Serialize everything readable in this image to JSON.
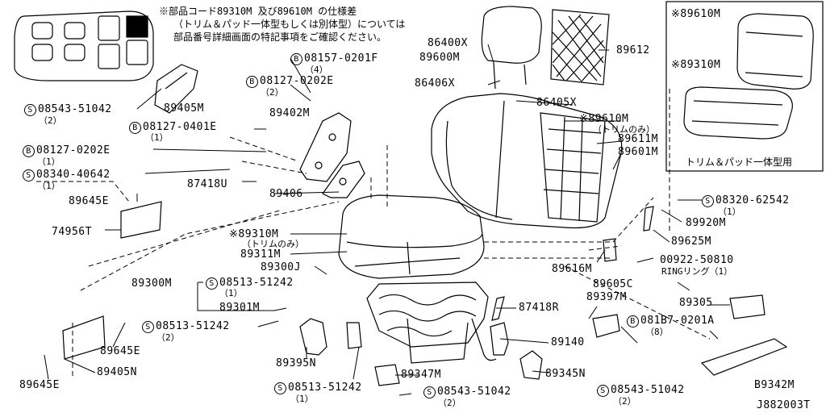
{
  "note": {
    "line1": "※部品コード89310M 及び89610M の仕様差",
    "line2": "（トリム＆パッド一体型もしくは別体型）については",
    "line3": "部品番号詳細画面の特記事項をご確認ください。"
  },
  "inset": {
    "label_top": "※89610M",
    "label_bottom": "※89310M",
    "caption": "トリム＆パッド一体型用"
  },
  "parts": {
    "p86400x": "86400X",
    "p89600m": "89600M",
    "p89612": "89612",
    "p86406x": "86406X",
    "p86405x": "86405X",
    "p89610m": "※89610M",
    "p89610m_sub": "（トリムのみ）",
    "p89611m": "89611M",
    "p89601m": "89601M",
    "p08157": "08157-0201F",
    "p08157_q": "（4）",
    "p08127a": "08127-0202E",
    "p08127a_q": "（2）",
    "p89405m": "89405M",
    "p08543a": "08543-51042",
    "p08543a_q": "（2）",
    "p08127b": "08127-0401E",
    "p08127b_q": "（1）",
    "p89402m": "89402M",
    "p08127c": "08127-0202E",
    "p08127c_q": "（1）",
    "p08340": "08340-40642",
    "p08340_q": "（1）",
    "p87418u": "87418U",
    "p89406": "89406",
    "p89645e_a": "89645E",
    "p74956t": "74956T",
    "p89310m": "※89310M",
    "p89310m_sub": "（トリムのみ）",
    "p89311m": "89311M",
    "p89300j": "89300J",
    "p89300m": "89300M",
    "p08513a": "08513-51242",
    "p08513a_q": "（1）",
    "p89301m": "89301M",
    "p08513b": "08513-51242",
    "p08513b_q": "（2）",
    "p89645e_b": "89645E",
    "p89645e_c": "89645E",
    "p89405n": "89405N",
    "p89395n": "89395N",
    "p08513c": "08513-51242",
    "p08513c_q": "（1）",
    "p89347m": "89347M",
    "p08543b": "08543-51042",
    "p08543b_q": "（2）",
    "p87418r": "87418R",
    "p89397m": "89397M",
    "p89140": "89140",
    "p89345n": "89345N",
    "p08543c": "08543-51042",
    "p08543c_q": "（2）",
    "p89305": "89305",
    "p081b7": "081B7-0201A",
    "p081b7_q": "（8）",
    "p89342m": "B9342M",
    "p89616m": "89616M",
    "p89605c": "89605C",
    "p00922": "00922-50810",
    "p00922_sub": "RINGリング（1）",
    "p08320": "08320-62542",
    "p08320_q": "（1）",
    "p89920m": "89920M",
    "p89625m": "89625M",
    "diagram_id": "J882003T"
  },
  "prefix": {
    "s": "S",
    "b": "B"
  }
}
